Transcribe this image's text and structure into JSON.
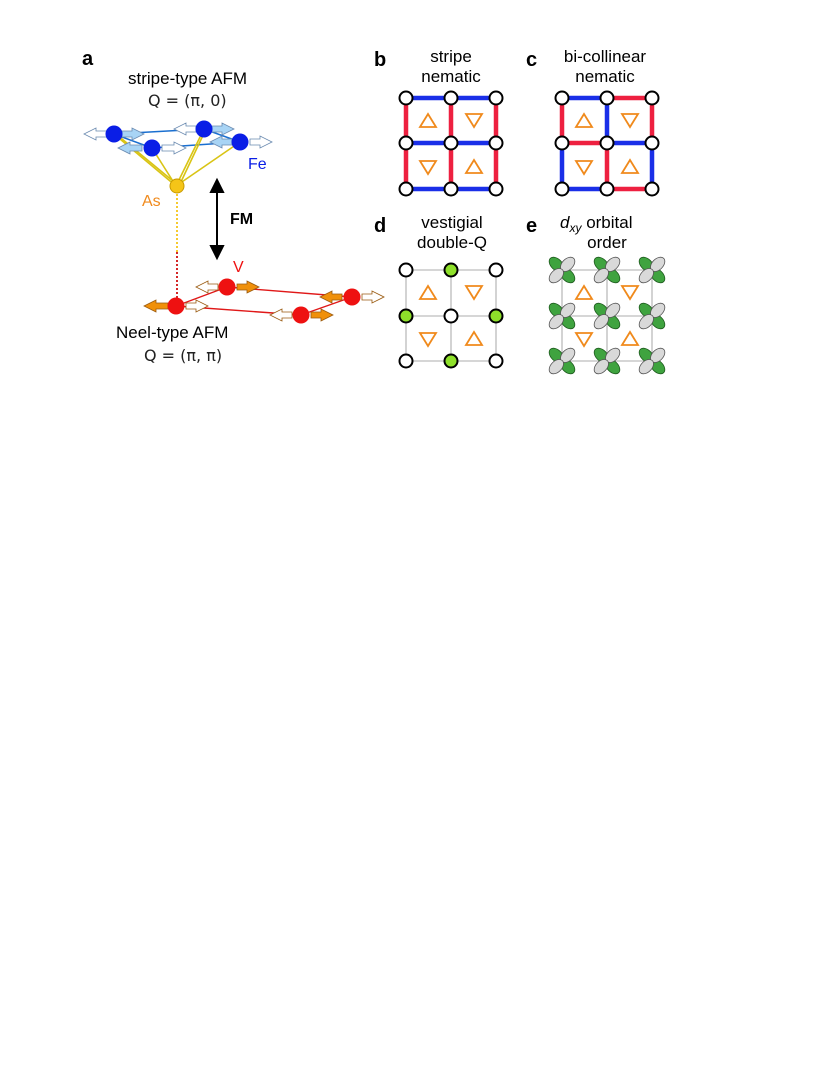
{
  "panels": {
    "a": {
      "letter": "a",
      "stripe_title": "stripe-type AFM",
      "stripe_q": "Q = (π, 0)",
      "fe_label": "Fe",
      "as_label": "As",
      "fm_label": "FM",
      "v_label": "V",
      "neel_title": "Neel-type AFM",
      "neel_q": "Q = (π, π)"
    },
    "b": {
      "letter": "b",
      "title_line1": "stripe",
      "title_line2": "nematic"
    },
    "c": {
      "letter": "c",
      "title_line1": "bi-collinear",
      "title_line2": "nematic"
    },
    "d": {
      "letter": "d",
      "title_line1": "vestigial",
      "title_line2": "double-Q"
    },
    "e": {
      "letter": "e",
      "title_line1_sub": "xy",
      "title_line1_rest": " orbital",
      "title_line1_d": "d",
      "title_line2": "order"
    }
  },
  "colors": {
    "fe_blue": "#0a1ee6",
    "v_red": "#ee1111",
    "as_yellow": "#f5c518",
    "as_label": "#f08a1c",
    "bond_blue": "#1a2fe8",
    "bond_red": "#ee2040",
    "triangle": "#f08a1c",
    "lime": "#8ee02a",
    "orbital_green": "#3fa33f",
    "orbital_grey": "#d9d9d9"
  }
}
